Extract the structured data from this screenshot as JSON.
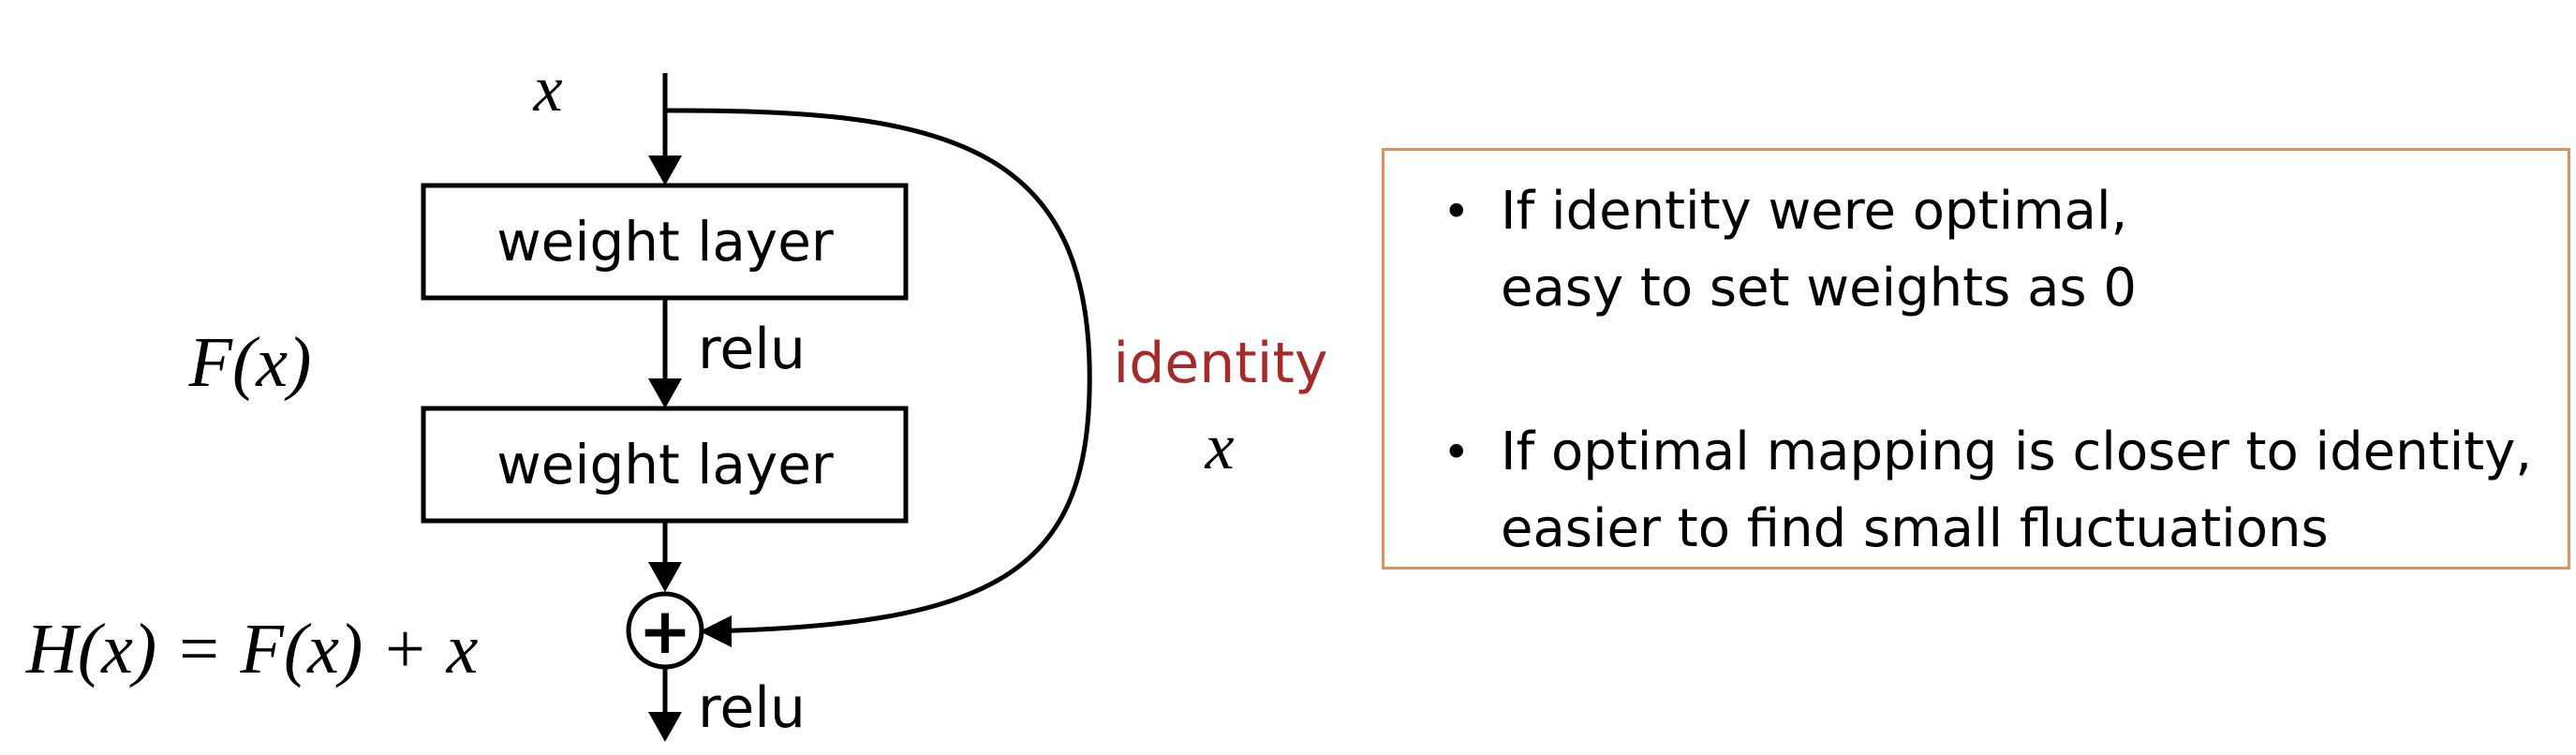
{
  "diagram": {
    "input_label": "x",
    "layer1_label": "weight layer",
    "layer2_label": "weight layer",
    "relu_mid_label": "relu",
    "relu_out_label": "relu",
    "residual_label": "F(x)",
    "identity_label": "identity",
    "identity_x_label": "x",
    "output_label": "H(x) = F(x) + x",
    "plus_symbol": "+",
    "identity_color": "#a52a2a"
  },
  "notes": {
    "border_color": "#e0915a",
    "items": [
      {
        "line1": "If identity were optimal,",
        "line2": "easy to set weights as 0"
      },
      {
        "line1": "If optimal mapping is closer to identity,",
        "line2": "easier to find small fluctuations"
      }
    ]
  }
}
